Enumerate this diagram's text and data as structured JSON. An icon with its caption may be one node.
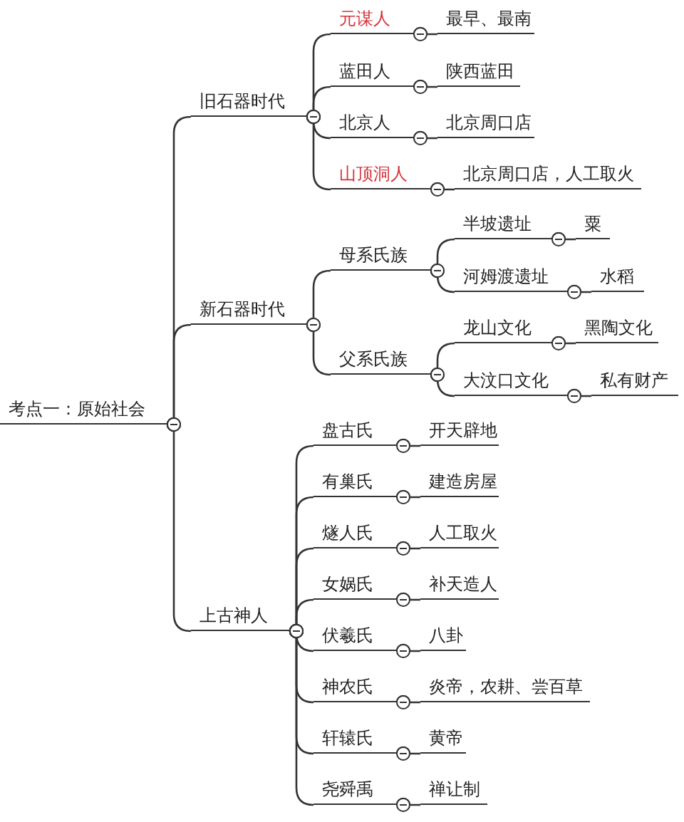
{
  "diagram": {
    "nodes": [
      {
        "text": [
          "考点一：原始社会"
        ]
      },
      {
        "text": [
          "旧石器时代"
        ]
      },
      {
        "text": [
          "元谋人"
        ]
      },
      {
        "text": [
          "最早、最南"
        ]
      },
      {
        "text": [
          "蓝田人"
        ]
      },
      {
        "text": [
          "陕西蓝田"
        ]
      },
      {
        "text": [
          "北京人"
        ]
      },
      {
        "text": [
          "北京周口店"
        ]
      },
      {
        "text": [
          "山顶洞人"
        ]
      },
      {
        "text": [
          "北京周口店，人工取火"
        ]
      },
      {
        "text": [
          "新石器时代"
        ]
      },
      {
        "text": [
          "母系氏族"
        ]
      },
      {
        "text": [
          "半坡遗址"
        ]
      },
      {
        "text": [
          "粟"
        ]
      },
      {
        "text": [
          "河姆渡遗址"
        ]
      },
      {
        "text": [
          "水稻"
        ]
      },
      {
        "text": [
          "父系氏族"
        ]
      },
      {
        "text": [
          "龙山文化"
        ]
      },
      {
        "text": [
          "黑陶文化"
        ]
      },
      {
        "text": [
          "大汶口文化"
        ]
      },
      {
        "text": [
          "私有财产"
        ]
      },
      {
        "text": [
          "上古神人"
        ]
      },
      {
        "text": [
          "盘古氏"
        ]
      },
      {
        "text": [
          "开天辟地"
        ]
      },
      {
        "text": [
          "有巢氏"
        ]
      },
      {
        "text": [
          "建造房屋"
        ]
      },
      {
        "text": [
          "燧人氏"
        ]
      },
      {
        "text": [
          "人工取火"
        ]
      },
      {
        "text": [
          "女娲氏"
        ]
      },
      {
        "text": [
          "补天造人"
        ]
      },
      {
        "text": [
          "伏羲氏"
        ]
      },
      {
        "text": [
          "八卦"
        ]
      },
      {
        "text": [
          "神农氏"
        ]
      },
      {
        "text": [
          "炎帝，农耕、尝百草"
        ]
      },
      {
        "text": [
          "轩辕氏"
        ]
      },
      {
        "text": [
          "黄帝"
        ]
      },
      {
        "text": [
          "尧舜禹"
        ]
      },
      {
        "text": [
          "禅让制"
        ]
      }
    ],
    "edges": [
      {
        "from": 0,
        "to": 1,
        "arrow": "other"
      },
      {
        "from": 0,
        "to": 10,
        "arrow": "other"
      },
      {
        "from": 0,
        "to": 21,
        "arrow": "other"
      },
      {
        "from": 1,
        "to": 2,
        "arrow": "other"
      },
      {
        "from": 1,
        "to": 4,
        "arrow": "other"
      },
      {
        "from": 1,
        "to": 6,
        "arrow": "other"
      },
      {
        "from": 1,
        "to": 8,
        "arrow": "other"
      },
      {
        "from": 2,
        "to": 3,
        "arrow": "other"
      },
      {
        "from": 4,
        "to": 5,
        "arrow": "other"
      },
      {
        "from": 6,
        "to": 7,
        "arrow": "other"
      },
      {
        "from": 8,
        "to": 9,
        "arrow": "other"
      },
      {
        "from": 10,
        "to": 11,
        "arrow": "other"
      },
      {
        "from": 10,
        "to": 16,
        "arrow": "other"
      },
      {
        "from": 11,
        "to": 12,
        "arrow": "other"
      },
      {
        "from": 11,
        "to": 14,
        "arrow": "other"
      },
      {
        "from": 12,
        "to": 13,
        "arrow": "other"
      },
      {
        "from": 14,
        "to": 15,
        "arrow": "other"
      },
      {
        "from": 16,
        "to": 17,
        "arrow": "other"
      },
      {
        "from": 16,
        "to": 19,
        "arrow": "other"
      },
      {
        "from": 17,
        "to": 18,
        "arrow": "other"
      },
      {
        "from": 19,
        "to": 20,
        "arrow": "other"
      },
      {
        "from": 21,
        "to": 22,
        "arrow": "other"
      },
      {
        "from": 21,
        "to": 24,
        "arrow": "other"
      },
      {
        "from": 21,
        "to": 26,
        "arrow": "other"
      },
      {
        "from": 21,
        "to": 28,
        "arrow": "other"
      },
      {
        "from": 21,
        "to": 30,
        "arrow": "other"
      },
      {
        "from": 21,
        "to": 32,
        "arrow": "other"
      },
      {
        "from": 21,
        "to": 34,
        "arrow": "other"
      },
      {
        "from": 21,
        "to": 36,
        "arrow": "other"
      },
      {
        "from": 22,
        "to": 23,
        "arrow": "other"
      },
      {
        "from": 24,
        "to": 25,
        "arrow": "other"
      },
      {
        "from": 26,
        "to": 27,
        "arrow": "other"
      },
      {
        "from": 28,
        "to": 29,
        "arrow": "other"
      },
      {
        "from": 30,
        "to": 31,
        "arrow": "other"
      },
      {
        "from": 32,
        "to": 33,
        "arrow": "other"
      },
      {
        "from": 34,
        "to": 35,
        "arrow": "other"
      },
      {
        "from": 36,
        "to": 37,
        "arrow": "other"
      }
    ]
  }
}
